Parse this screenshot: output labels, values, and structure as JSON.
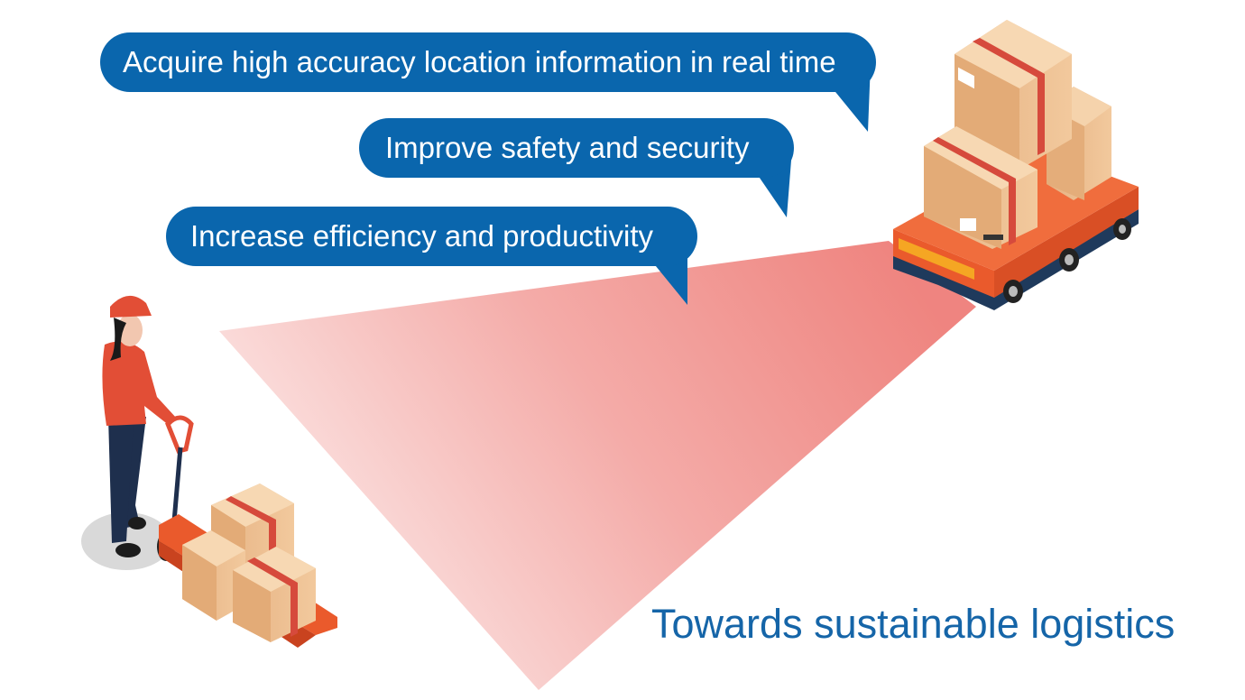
{
  "colors": {
    "bubble_blue": "#0a66ad",
    "tagline_blue": "#1565a8",
    "beam_red": "#ee7e79",
    "box_tan": "#e8b98a",
    "tape_red": "#d64a3c",
    "agv_orange": "#ea5a2c",
    "agv_navy": "#1f3a5c",
    "worker_red": "#e24e36",
    "worker_navy": "#1e2f4d"
  },
  "bubbles": [
    {
      "text": "Acquire high accuracy location information in real time"
    },
    {
      "text": "Improve safety and security"
    },
    {
      "text": "Increase efficiency and productivity"
    }
  ],
  "tagline": "Towards sustainable logistics",
  "icons": [
    "worker-with-pallet-jack",
    "agv-robot-with-boxes",
    "sensor-beam"
  ]
}
